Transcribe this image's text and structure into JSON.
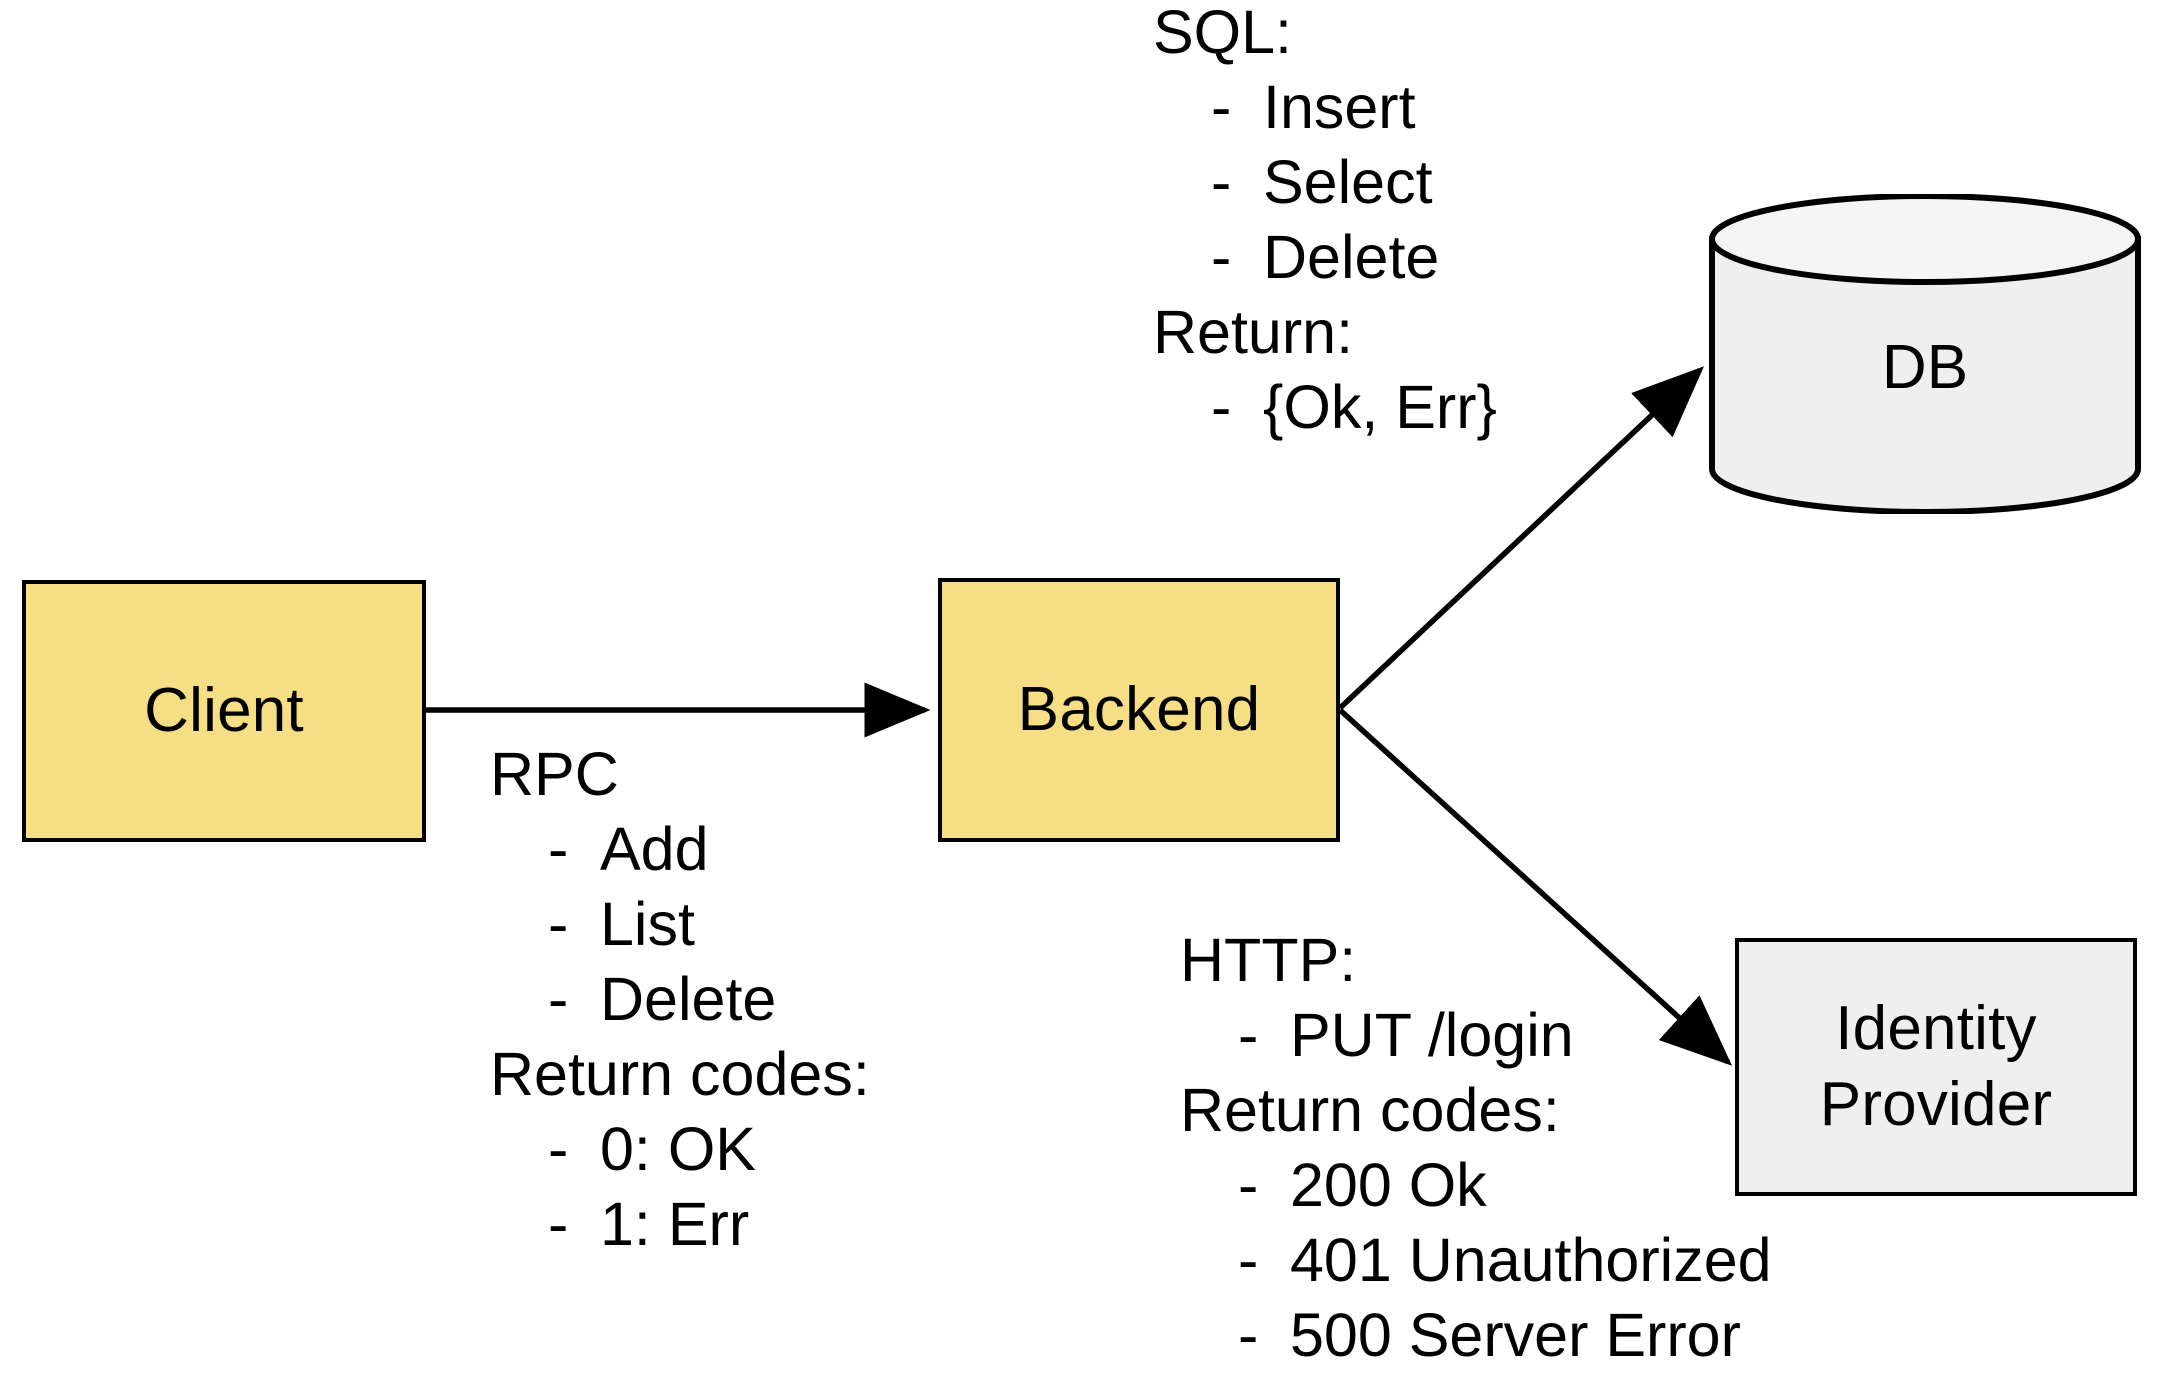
{
  "diagram": {
    "title": "Client / Backend / DB / Identity Provider architecture",
    "colors": {
      "process_fill": "#F5DE84",
      "external_fill": "#EFEFEF",
      "stroke": "#000000",
      "background": "#FFFFFF"
    }
  },
  "nodes": {
    "client": {
      "label": "Client",
      "kind": "process"
    },
    "backend": {
      "label": "Backend",
      "kind": "process"
    },
    "db": {
      "label": "DB",
      "kind": "datastore"
    },
    "idp": {
      "label": "Identity\nProvider",
      "label_line1": "Identity",
      "label_line2": "Provider",
      "kind": "external"
    }
  },
  "edges": [
    {
      "id": "client-to-backend",
      "from": "client",
      "to": "backend",
      "arrow": "single",
      "annotation": "rpc"
    },
    {
      "id": "backend-to-db",
      "from": "backend",
      "to": "db",
      "arrow": "single",
      "annotation": "sql"
    },
    {
      "id": "backend-to-idp",
      "from": "backend",
      "to": "idp",
      "arrow": "single",
      "annotation": "http"
    }
  ],
  "annotations": {
    "sql": {
      "header": "SQL:",
      "items": [
        "Insert",
        "Select",
        "Delete"
      ],
      "return_header": "Return:",
      "return_items": [
        "{Ok, Err}"
      ],
      "bullet": "-"
    },
    "rpc": {
      "header": "RPC",
      "items": [
        "Add",
        "List",
        "Delete"
      ],
      "return_header": "Return codes:",
      "return_items": [
        "0: OK",
        "1: Err"
      ],
      "bullet": "-"
    },
    "http": {
      "header": "HTTP:",
      "items": [
        "PUT /login"
      ],
      "return_header": "Return codes:",
      "return_items": [
        "200 Ok",
        "401 Unauthorized",
        "500 Server Error"
      ],
      "bullet": "-"
    }
  }
}
